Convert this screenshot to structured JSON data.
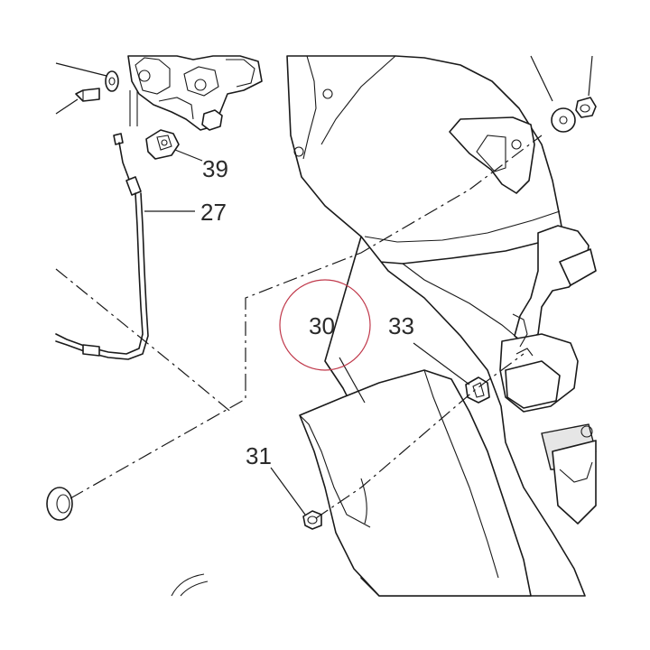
{
  "labels": {
    "part_39": "39",
    "part_27": "27",
    "part_30": "30",
    "part_33": "33",
    "part_31": "31"
  },
  "highlight": {
    "circled_part": "30",
    "circle_color": "#c0394b"
  }
}
